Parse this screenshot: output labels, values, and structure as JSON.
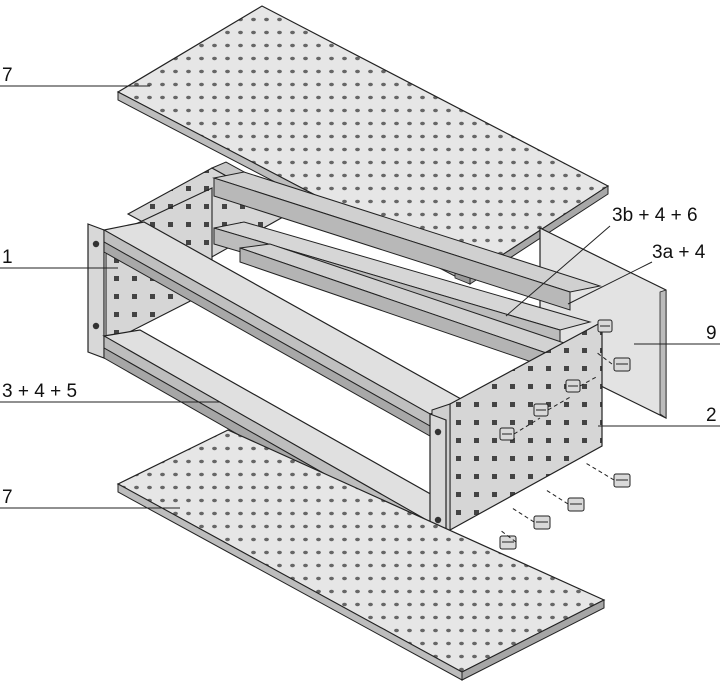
{
  "labels": {
    "top_cover": "7",
    "side_panel": "1",
    "rail_front": "3 + 4 + 5",
    "bottom_cover": "7",
    "rail_rear_b": "3b + 4 + 6",
    "rail_rear_a": "3a + 4",
    "rear_panel": "9",
    "side_panel_rear": "2"
  }
}
